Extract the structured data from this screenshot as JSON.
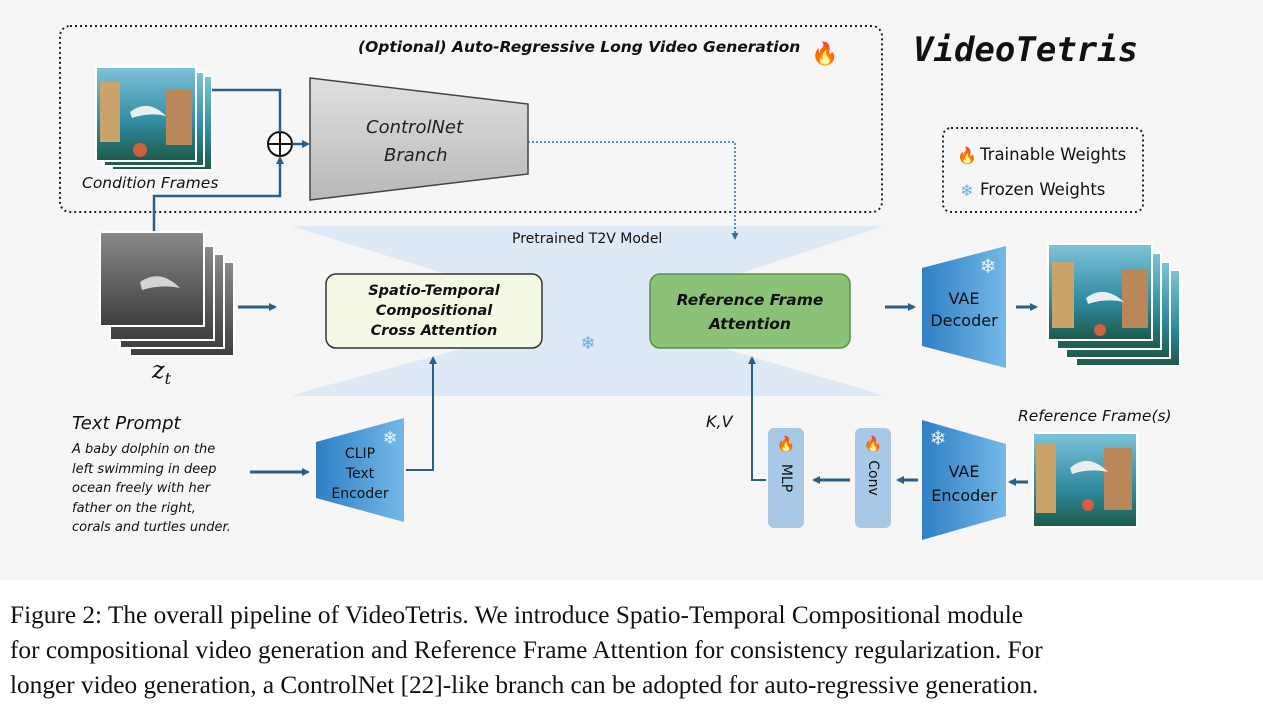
{
  "figure": {
    "optional_box_title": "(Optional) Auto-Regressive Long Video Generation",
    "brand_title": "VideoTetris",
    "legend": {
      "trainable_label": "Trainable Weights",
      "frozen_label": "Frozen Weights"
    },
    "condition_frames_label": "Condition Frames",
    "controlnet_label_1": "ControlNet",
    "controlnet_label_2": "Branch",
    "pretrained_label": "Pretrained T2V Model",
    "st_block": {
      "line1": "Spatio-Temporal",
      "line2": "Compositional",
      "line3": "Cross Attention"
    },
    "rf_block": {
      "line1": "Reference Frame",
      "line2": "Attention"
    },
    "vae_decoder": {
      "line1": "VAE",
      "line2": "Decoder"
    },
    "vae_encoder": {
      "line1": "VAE",
      "line2": "Encoder"
    },
    "clip_encoder": {
      "line1": "CLIP",
      "line2": "Text",
      "line3": "Encoder"
    },
    "zt_label": "z",
    "zt_sub": "t",
    "kv_label": "K,V",
    "mlp_label": "MLP",
    "conv_label": "Conv",
    "reference_frames_label": "Reference Frame(s)",
    "text_prompt_title": "Text Prompt",
    "text_prompt_lines": [
      "A baby dolphin on the",
      "left swimming in deep",
      "ocean freely with her",
      "father on the right,",
      "corals and turtles under."
    ],
    "colors": {
      "unet_fill": "#dde9f4",
      "st_fill": "#f4f9e4",
      "rf_fill": "#8cc178",
      "encoder_blue": "#3f8fd0",
      "arrow": "#2d5f86",
      "controlnet_fill": "#c9c9c9"
    },
    "icons": [
      "fire-icon",
      "snowflake-icon",
      "circled-plus-icon"
    ]
  },
  "caption": {
    "line1": "Figure 2: The overall pipeline of VideoTetris. We introduce Spatio-Temporal Compositional module",
    "line2": "for compositional video generation and Reference Frame Attention for consistency regularization. For",
    "line3": "longer video generation, a ControlNet [22]-like branch can be adopted for auto-regressive generation."
  }
}
